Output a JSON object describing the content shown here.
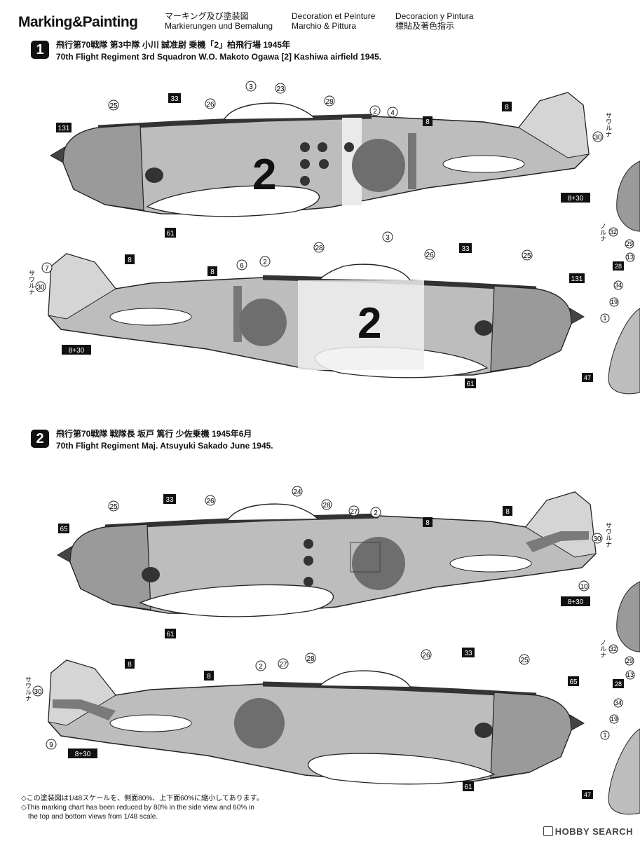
{
  "header": {
    "title": "Marking&Painting",
    "col1": [
      "マーキング及び塗装図",
      "Markierungen und Bemalung"
    ],
    "col2": [
      "Decoration et Peinture",
      "Marchio & Pittura"
    ],
    "col3": [
      "Decoracion y Pintura",
      "標貼及著色指示"
    ]
  },
  "sections": [
    {
      "num": "1",
      "jp": "飛行第70戦隊 第3中隊 小川 誠准尉 乗機「2」柏飛行場 1945年",
      "en": "70th Flight Regiment 3rd Squadron W.O. Makoto Ogawa [2] Kashiwa airfield 1945."
    },
    {
      "num": "2",
      "jp": "飛行第70戦隊 戦隊長 坂戸 篤行 少佐乗機 1945年6月",
      "en": "70th Flight Regiment Maj. Atsuyuki Sakado June 1945."
    }
  ],
  "plane1": {
    "fuselage_code": "2",
    "callouts": {
      "a": "3",
      "b": "23",
      "c": "33",
      "d": "26",
      "e": "25",
      "f": "28",
      "g": "2",
      "h": "4",
      "i": "8",
      "j": "131",
      "k": "61",
      "l": "30",
      "m": "8+30"
    }
  },
  "plane2": {
    "callouts": {
      "a": "8",
      "b": "7",
      "c": "30",
      "d": "8+30",
      "e": "8",
      "f": "6",
      "g": "2",
      "h": "28",
      "i": "3",
      "j": "26",
      "k": "33",
      "l": "25",
      "m": "131",
      "n": "61"
    }
  },
  "plane3": {
    "callouts": {
      "a": "65",
      "b": "25",
      "c": "33",
      "d": "26",
      "e": "24",
      "f": "28",
      "g": "27",
      "h": "2",
      "i": "8",
      "j": "8",
      "k": "30",
      "l": "10",
      "m": "8+30",
      "n": "61"
    }
  },
  "plane4": {
    "callouts": {
      "a": "8",
      "b": "30",
      "c": "9",
      "d": "8+30",
      "e": "8",
      "f": "2",
      "g": "27",
      "h": "28",
      "i": "26",
      "j": "33",
      "k": "25",
      "l": "65",
      "m": "61"
    }
  },
  "side_labels": {
    "sawaruna": "サワルナ",
    "noru_na": "ノルナ"
  },
  "edge_callouts": {
    "upper": [
      "32",
      "29",
      "13",
      "28",
      "34",
      "19",
      "1",
      "47"
    ],
    "lower": [
      "32",
      "29",
      "13",
      "28",
      "34",
      "19",
      "1",
      "47"
    ]
  },
  "footer": {
    "jp": "◇この塗装図は1/48スケールを、側面80%、上下面60%に縮小してあります。",
    "en1": "◇This marking chart has been reduced by 80% in the side view and 60% in",
    "en2": "the top and bottom views from 1/48 scale."
  },
  "watermark": "HOBBY SEARCH",
  "colors": {
    "fuselage": "#bdbdbd",
    "cowl": "#9a9a9a",
    "anti_glare": "#3a3a3a",
    "hinomaru": "#6e6e6e",
    "band": "#e8e8e8",
    "badge": "#111111"
  }
}
